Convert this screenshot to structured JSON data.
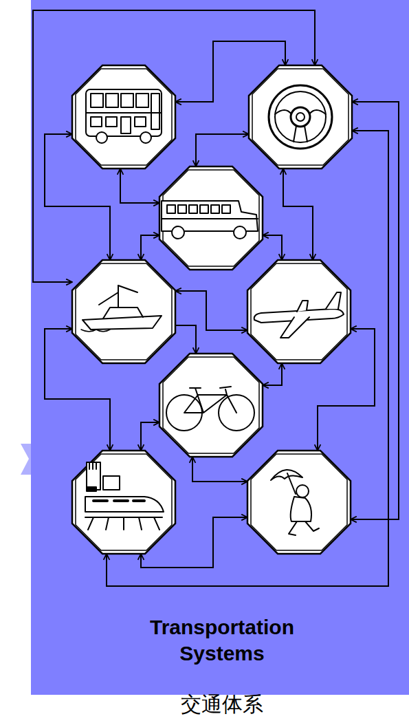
{
  "diagram": {
    "title": "Transportation Systems",
    "caption": "交通体系",
    "nodes": [
      {
        "text": []
      },
      {
        "text": []
      },
      {
        "text": []
      },
      {
        "text": []
      },
      {
        "text": []
      },
      {
        "text": []
      },
      {
        "text": []
      },
      {
        "text": []
      }
    ],
    "edges": [
      {
        "from": 0,
        "to": 1,
        "arrow": "both"
      },
      {
        "from": 3,
        "to": 1,
        "arrow": "both"
      },
      {
        "from": 0,
        "to": 3,
        "arrow": "both"
      },
      {
        "from": 0,
        "to": 2,
        "arrow": "both"
      },
      {
        "from": 2,
        "to": 1,
        "arrow": "both"
      },
      {
        "from": 2,
        "to": 3,
        "arrow": "both"
      },
      {
        "from": 2,
        "to": 4,
        "arrow": "both"
      },
      {
        "from": 1,
        "to": 4,
        "arrow": "both"
      },
      {
        "from": 1,
        "to": 7,
        "arrow": "both"
      },
      {
        "from": 1,
        "to": 6,
        "arrow": "both"
      },
      {
        "from": 3,
        "to": 4,
        "arrow": "both"
      },
      {
        "from": 3,
        "to": 5,
        "arrow": "to"
      },
      {
        "from": 3,
        "to": 6,
        "arrow": "both"
      },
      {
        "from": 4,
        "to": 7,
        "arrow": "both"
      },
      {
        "from": 4,
        "to": 5,
        "arrow": "both"
      },
      {
        "from": 5,
        "to": 6,
        "arrow": "both"
      },
      {
        "from": 5,
        "to": 7,
        "arrow": "both"
      },
      {
        "from": 6,
        "to": 7,
        "arrow": "both"
      }
    ]
  }
}
